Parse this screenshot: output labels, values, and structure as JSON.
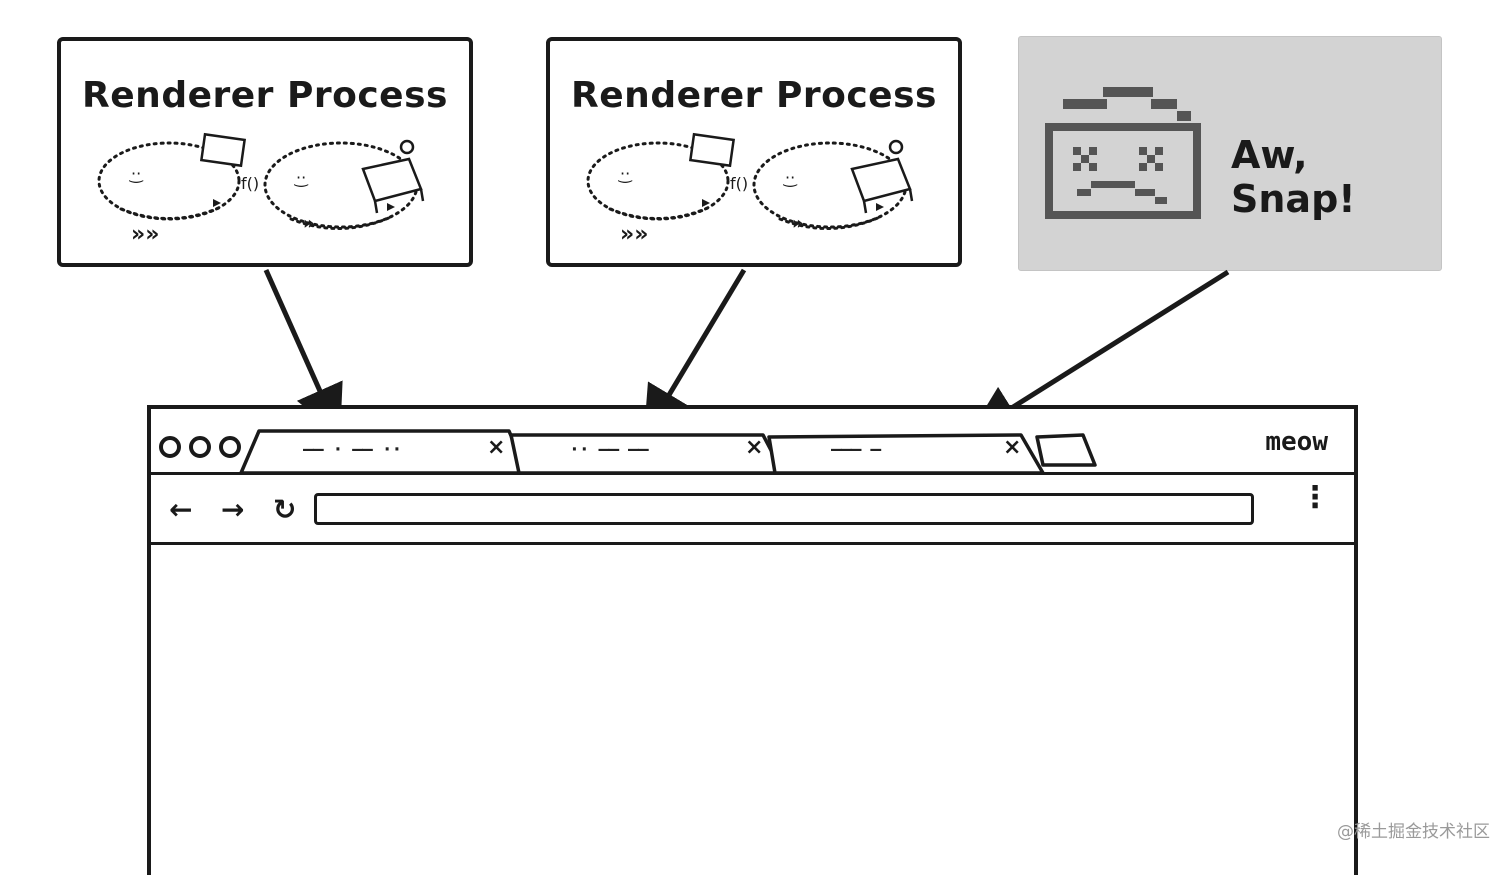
{
  "processes": [
    {
      "title": "Renderer Process"
    },
    {
      "title": "Renderer Process"
    }
  ],
  "crash": {
    "message": "Aw, Snap!"
  },
  "browser": {
    "brand": "meow",
    "tabs": [
      {
        "label": "—— · —— ··",
        "close": "×"
      },
      {
        "label": "·· —— ——",
        "close": "×"
      },
      {
        "label": "——— —",
        "close": "×"
      }
    ],
    "nav": {
      "back": "←",
      "forward": "→",
      "reload": "↻",
      "menu": "⋮"
    }
  },
  "watermark": "@稀土掘金技术社区",
  "colors": {
    "ink": "#1a1a1a",
    "crash_bg": "#d3d3d3",
    "paper": "#ffffff"
  }
}
